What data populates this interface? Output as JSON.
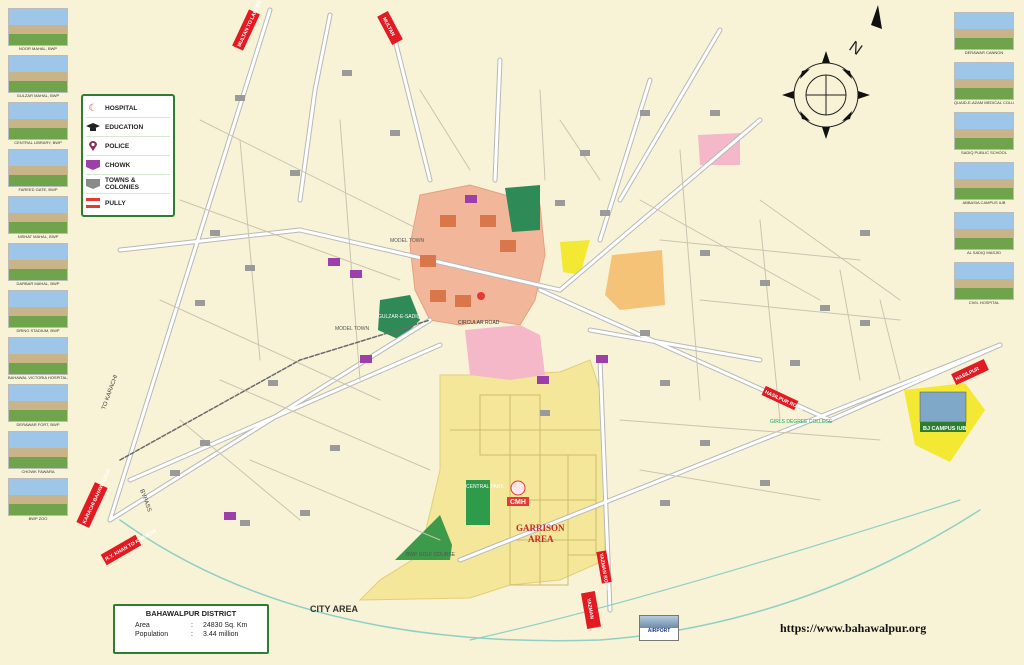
{
  "left_photos": [
    "NOOR MAHAL, BWP",
    "GULZAR MAHAL, BWP",
    "CENTRAL LIBRARY, BWP",
    "FAREED GATE, BWP",
    "NISHAT MAHAL, BWP",
    "DARBAR MAHAL, BWP",
    "DRING STADIUM, BWP",
    "BAHAWAL VICTORIA HOSPITAL, BWP",
    "DERAWAR FORT, BWP",
    "CHOWK FAWARA",
    "BWP ZOO"
  ],
  "right_photos": [
    "DERAWAR CANNON",
    "QUAID-E-AZAM MEDICAL COLLEGE",
    "SADIQ PUBLIC SCHOOL",
    "ABBASIA CAMPUS IUB",
    "AL SADIQ MASJID",
    "CIVIL HOSPITAL"
  ],
  "legend": [
    {
      "label": "HOSPITAL",
      "icon": "hospital-crescent-icon",
      "color": "#e53935"
    },
    {
      "label": "EDUCATION",
      "icon": "graduation-cap-icon",
      "color": "#222222"
    },
    {
      "label": "POLICE",
      "icon": "police-pin-icon",
      "color": "#8e2a5a"
    },
    {
      "label": "CHOWK",
      "icon": "chowk-shape-icon",
      "color": "#9c3fa8"
    },
    {
      "label": "TOWNS & COLONIES",
      "icon": "towns-shape-icon",
      "color": "#8a8a8a"
    },
    {
      "label": "PULLY",
      "icon": "pully-icon",
      "color": "#e53935"
    }
  ],
  "road_signs": [
    {
      "text": "MULTAN TO LAHORE"
    },
    {
      "text": "MULTAN"
    },
    {
      "text": "KARACHI BAHAWALPUR"
    },
    {
      "text": "R.Y. KHAN TO KARACHI"
    },
    {
      "text": "HASILPUR"
    },
    {
      "text": "HASILPUR ROAD"
    },
    {
      "text": "YAZMAN"
    },
    {
      "text": "YAZMAN ROAD"
    }
  ],
  "map_labels": {
    "garrison": "GARRISON AREA",
    "cmh": "CMH",
    "bj_campus": "BJ CAMPUS IUB",
    "golf": "BWP GOLF COURSE",
    "gulzar": "GULZAR-E-SADIQ",
    "model_town_1": "MODEL TOWN",
    "model_town_2": "MODEL TOWN",
    "bypass": "BYPASS",
    "to_karachi": "TO KARACHI",
    "city_area": "CITY AREA",
    "circular_road": "CIRCULAR ROAD",
    "girls_college": "GIRLS DEGREE COLLEGE",
    "central_park": "CENTRAL PARK"
  },
  "district": {
    "title": "BAHAWALPUR DISTRICT",
    "area_label": "Area",
    "area_value": "24830 Sq. Km",
    "pop_label": "Population",
    "pop_value": "3.44 million"
  },
  "airport_label": "AIRPORT",
  "url": "https://www.bahawalpur.org",
  "colors": {
    "background": "#f8f3d6",
    "old_city": "#f2b79a",
    "cantonment": "#f5e79a",
    "roads": "#ffffff",
    "road_outline": "#b8b8b8",
    "legend_border": "#2e7d32",
    "sign_red": "#e21b23",
    "railway": "#6b6b6b"
  }
}
